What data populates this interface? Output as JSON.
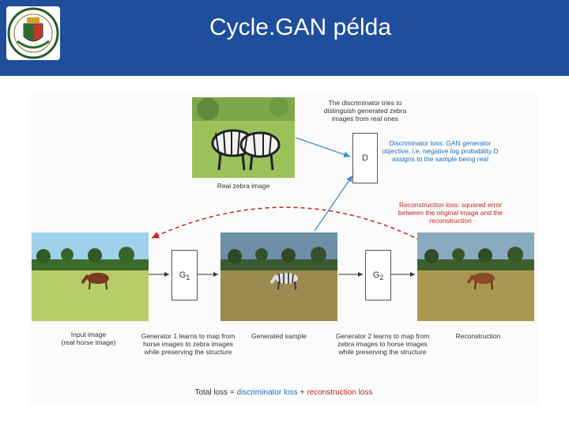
{
  "slide": {
    "title": "Cycle.GAN példa"
  },
  "figure": {
    "real_zebra_caption": "Real zebra image",
    "discriminator_note": "The discriminator tries to distinguish generated zebra images from real ones",
    "d_label": "D",
    "disc_loss_note": "Discriminator loss: GAN generator objective, i.e. negative log probability D assigns to the sample being real",
    "recon_loss_note": "Reconstruction loss: squared error between the original image and the reconstruction",
    "g1_label": "G",
    "g1_sub": "1",
    "g2_label": "G",
    "g2_sub": "2",
    "input_caption_1": "Input image",
    "input_caption_2": "(real horse image)",
    "gen1_note": "Generator 1 learns to map from horse images to zebra images while preserving the structure",
    "generated_caption": "Generated sample",
    "gen2_note": "Generator 2 learns to map from zebra images to horse images while preserving the structure",
    "reconstruction_caption": "Reconstruction",
    "total_prefix": "Total loss = ",
    "total_disc": "discriminator loss",
    "total_plus": " + ",
    "total_recon": "reconstruction loss"
  },
  "colors": {
    "header": "#1f4e9c",
    "blue_text": "#1f6fb5",
    "red_text": "#c2261c"
  }
}
